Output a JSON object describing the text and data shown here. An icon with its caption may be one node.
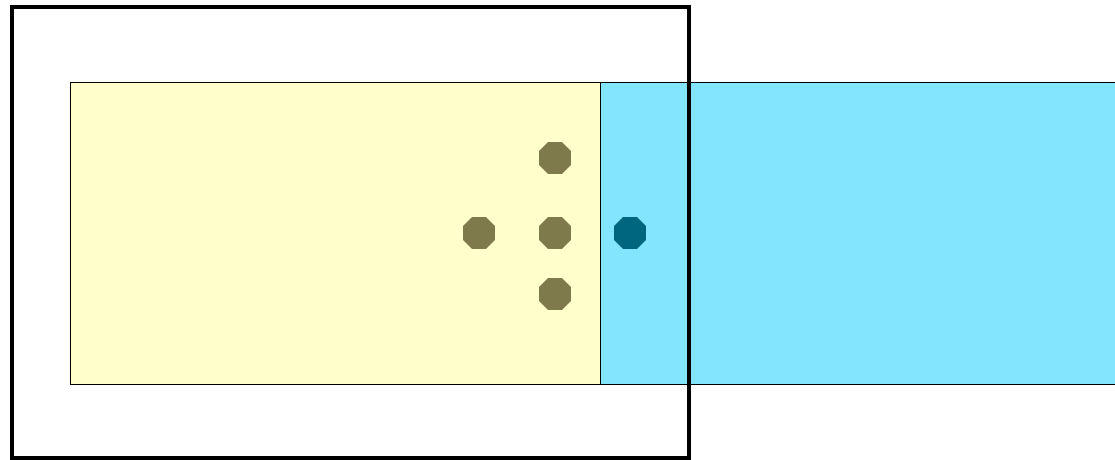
{
  "diagram": {
    "nodes": [
      {
        "text": [],
        "shape": "box"
      },
      {
        "text": [],
        "shape": "box",
        "in": 0
      },
      {
        "text": [],
        "shape": "box"
      },
      {
        "text": [],
        "shape": "octagon",
        "in": 1
      },
      {
        "text": [],
        "shape": "octagon",
        "in": 1
      },
      {
        "text": [],
        "shape": "octagon",
        "in": 1
      },
      {
        "text": [],
        "shape": "octagon",
        "in": 1
      },
      {
        "text": [],
        "shape": "octagon"
      }
    ]
  }
}
